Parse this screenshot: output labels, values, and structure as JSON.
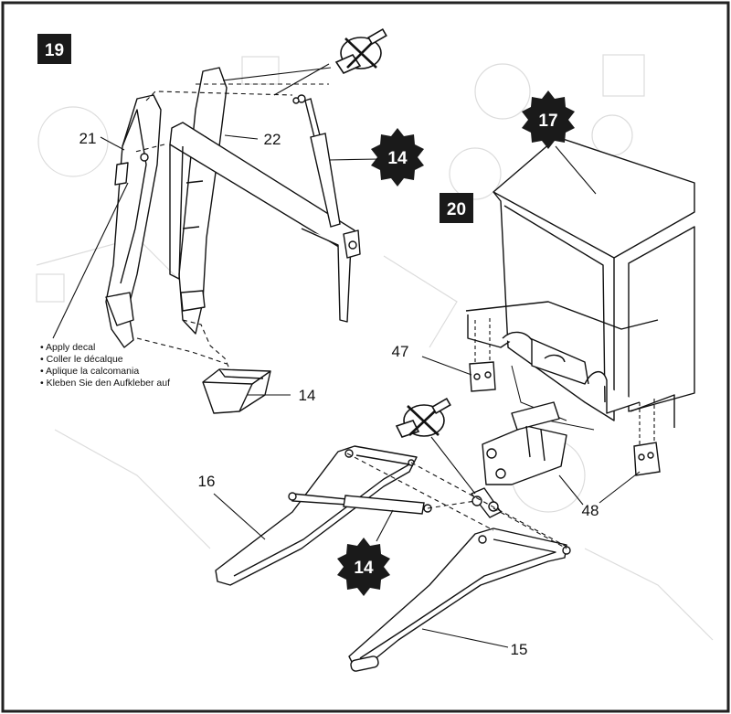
{
  "steps": {
    "step_19": "19",
    "step_20": "20"
  },
  "callouts": {
    "part_14_top": "14",
    "part_14_bottom": "14",
    "part_17": "17"
  },
  "part_labels": {
    "p21": "21",
    "p22": "22",
    "p14_bucket": "14",
    "p16": "16",
    "p15": "15",
    "p47": "47",
    "p48": "48"
  },
  "decal_note": {
    "lines": [
      "• Apply  decal",
      "• Coller le décalque",
      "• Aplique la calcomania",
      "• Kleben Sie den Aufkleber auf"
    ]
  },
  "icons": {
    "no_glue": "no-glue-icon",
    "badge": "starburst-badge"
  },
  "colors": {
    "ink": "#111111",
    "border": "#222222",
    "badge_fill": "#1a1a1a",
    "badge_text": "#ffffff",
    "ghost": "#d6d6d6"
  }
}
